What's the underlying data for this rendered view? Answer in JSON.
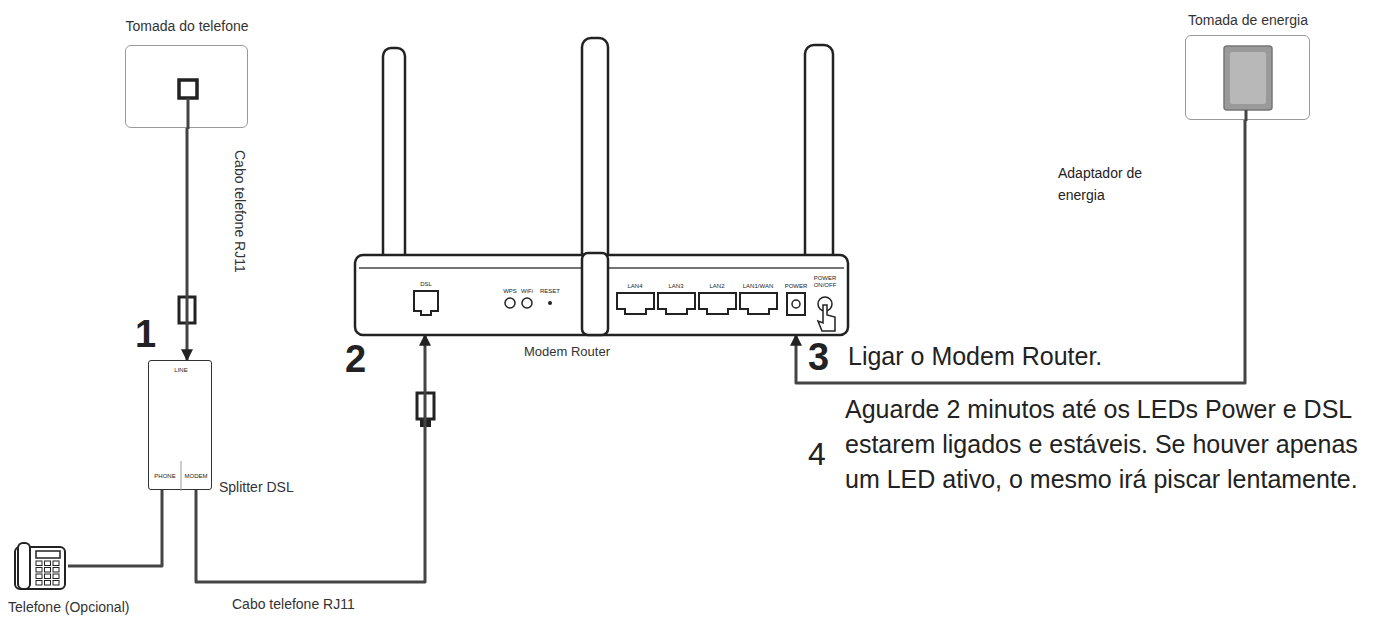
{
  "diagram": {
    "nodes": [
      {
        "text": [
          "Tomada do telefone"
        ]
      },
      {
        "text": [
          "Splitter DSL",
          "LINE",
          "PHONE",
          "MODEM"
        ]
      },
      {
        "text": [
          "Modem Router",
          "DSL",
          "WPS",
          "WiFi",
          "RESET",
          "LAN4",
          "LAN3",
          "LAN2",
          "LAN1/WAN",
          "POWER",
          "POWER ON/OFF"
        ]
      },
      {
        "text": [
          "Tomada de energia"
        ]
      },
      {
        "text": [
          "Telefone (Opcional)"
        ]
      }
    ],
    "edges": [
      {
        "from": 0,
        "to": 1,
        "label": "Cabo telefone RJ11",
        "arrow": "to"
      },
      {
        "from": 1,
        "to": 2,
        "label": "Cabo telefone RJ11",
        "arrow": "to"
      },
      {
        "from": 1,
        "to": 4,
        "arrow": "none"
      },
      {
        "from": 3,
        "to": 2,
        "arrow": "to"
      }
    ],
    "labels": [
      "1",
      "2",
      "3",
      "Ligar o Modem Router.",
      "4",
      "Aguarde 2 minutos até os LEDs Power e DSL estarem ligados e estáveis. Se houver apenas um LED ativo, o mesmo irá piscar lentamente.",
      "Adaptador de energia"
    ]
  }
}
